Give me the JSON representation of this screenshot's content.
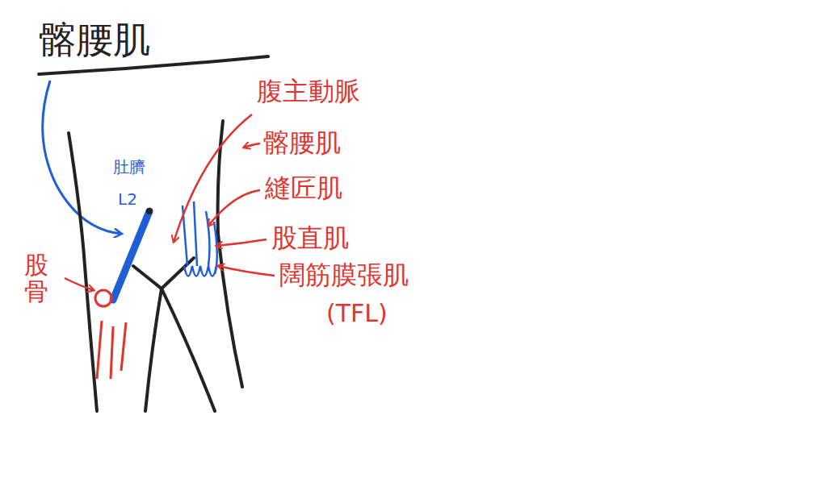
{
  "diagram": {
    "title": "髂腰肌",
    "labels": [
      "肚臍",
      "L2",
      "股骨",
      "腹主動脈",
      "髂腰肌",
      "縫匠肌",
      "股直肌",
      "闊筋膜張肌",
      "(TFL)"
    ]
  }
}
